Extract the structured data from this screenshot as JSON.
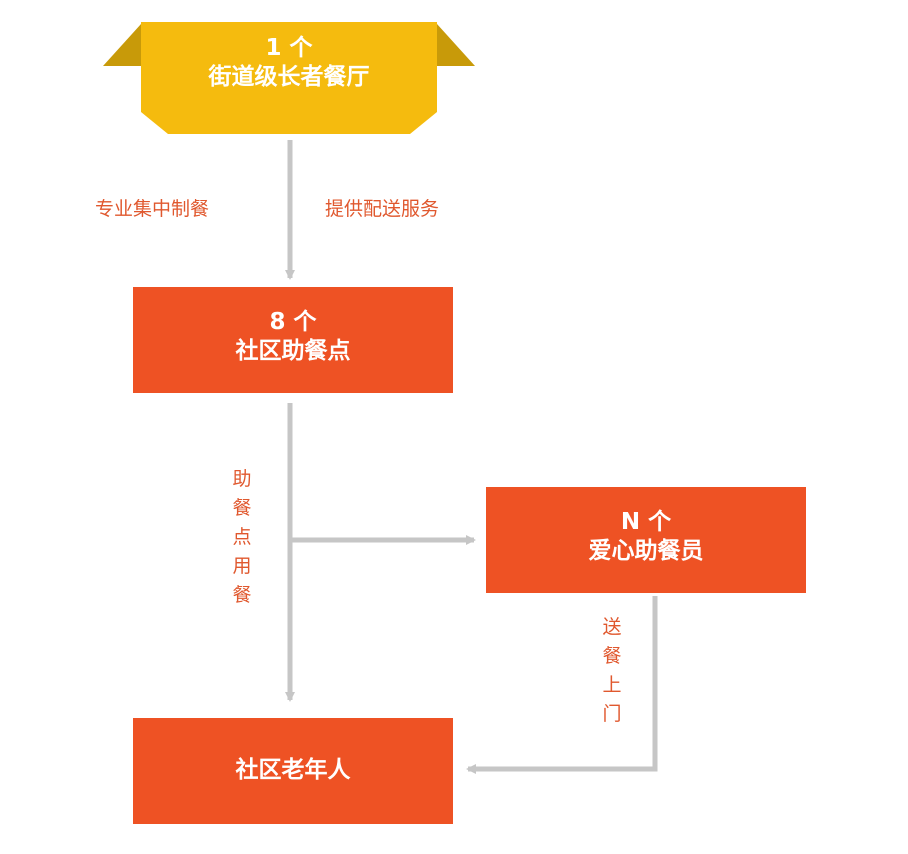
{
  "colors": {
    "banner_yellow": "#f5bb0e",
    "banner_dark": "#c89a09",
    "box_orange": "#ee5224",
    "connector_gray": "#c6c6c6",
    "label_orange": "#e0582e"
  },
  "nodes": {
    "canteen": {
      "count": "1 个",
      "name": "街道级长者餐厅"
    },
    "meal_points": {
      "count": "8 个",
      "name": "社区助餐点"
    },
    "volunteers": {
      "count": "N 个",
      "name": "爱心助餐员"
    },
    "elderly": {
      "name": "社区老年人"
    }
  },
  "edge_labels": {
    "central_cooking": "专业集中制餐",
    "delivery_service": "提供配送服务",
    "dine_at_point": "助餐点用餐",
    "door_delivery": "送餐上门"
  }
}
